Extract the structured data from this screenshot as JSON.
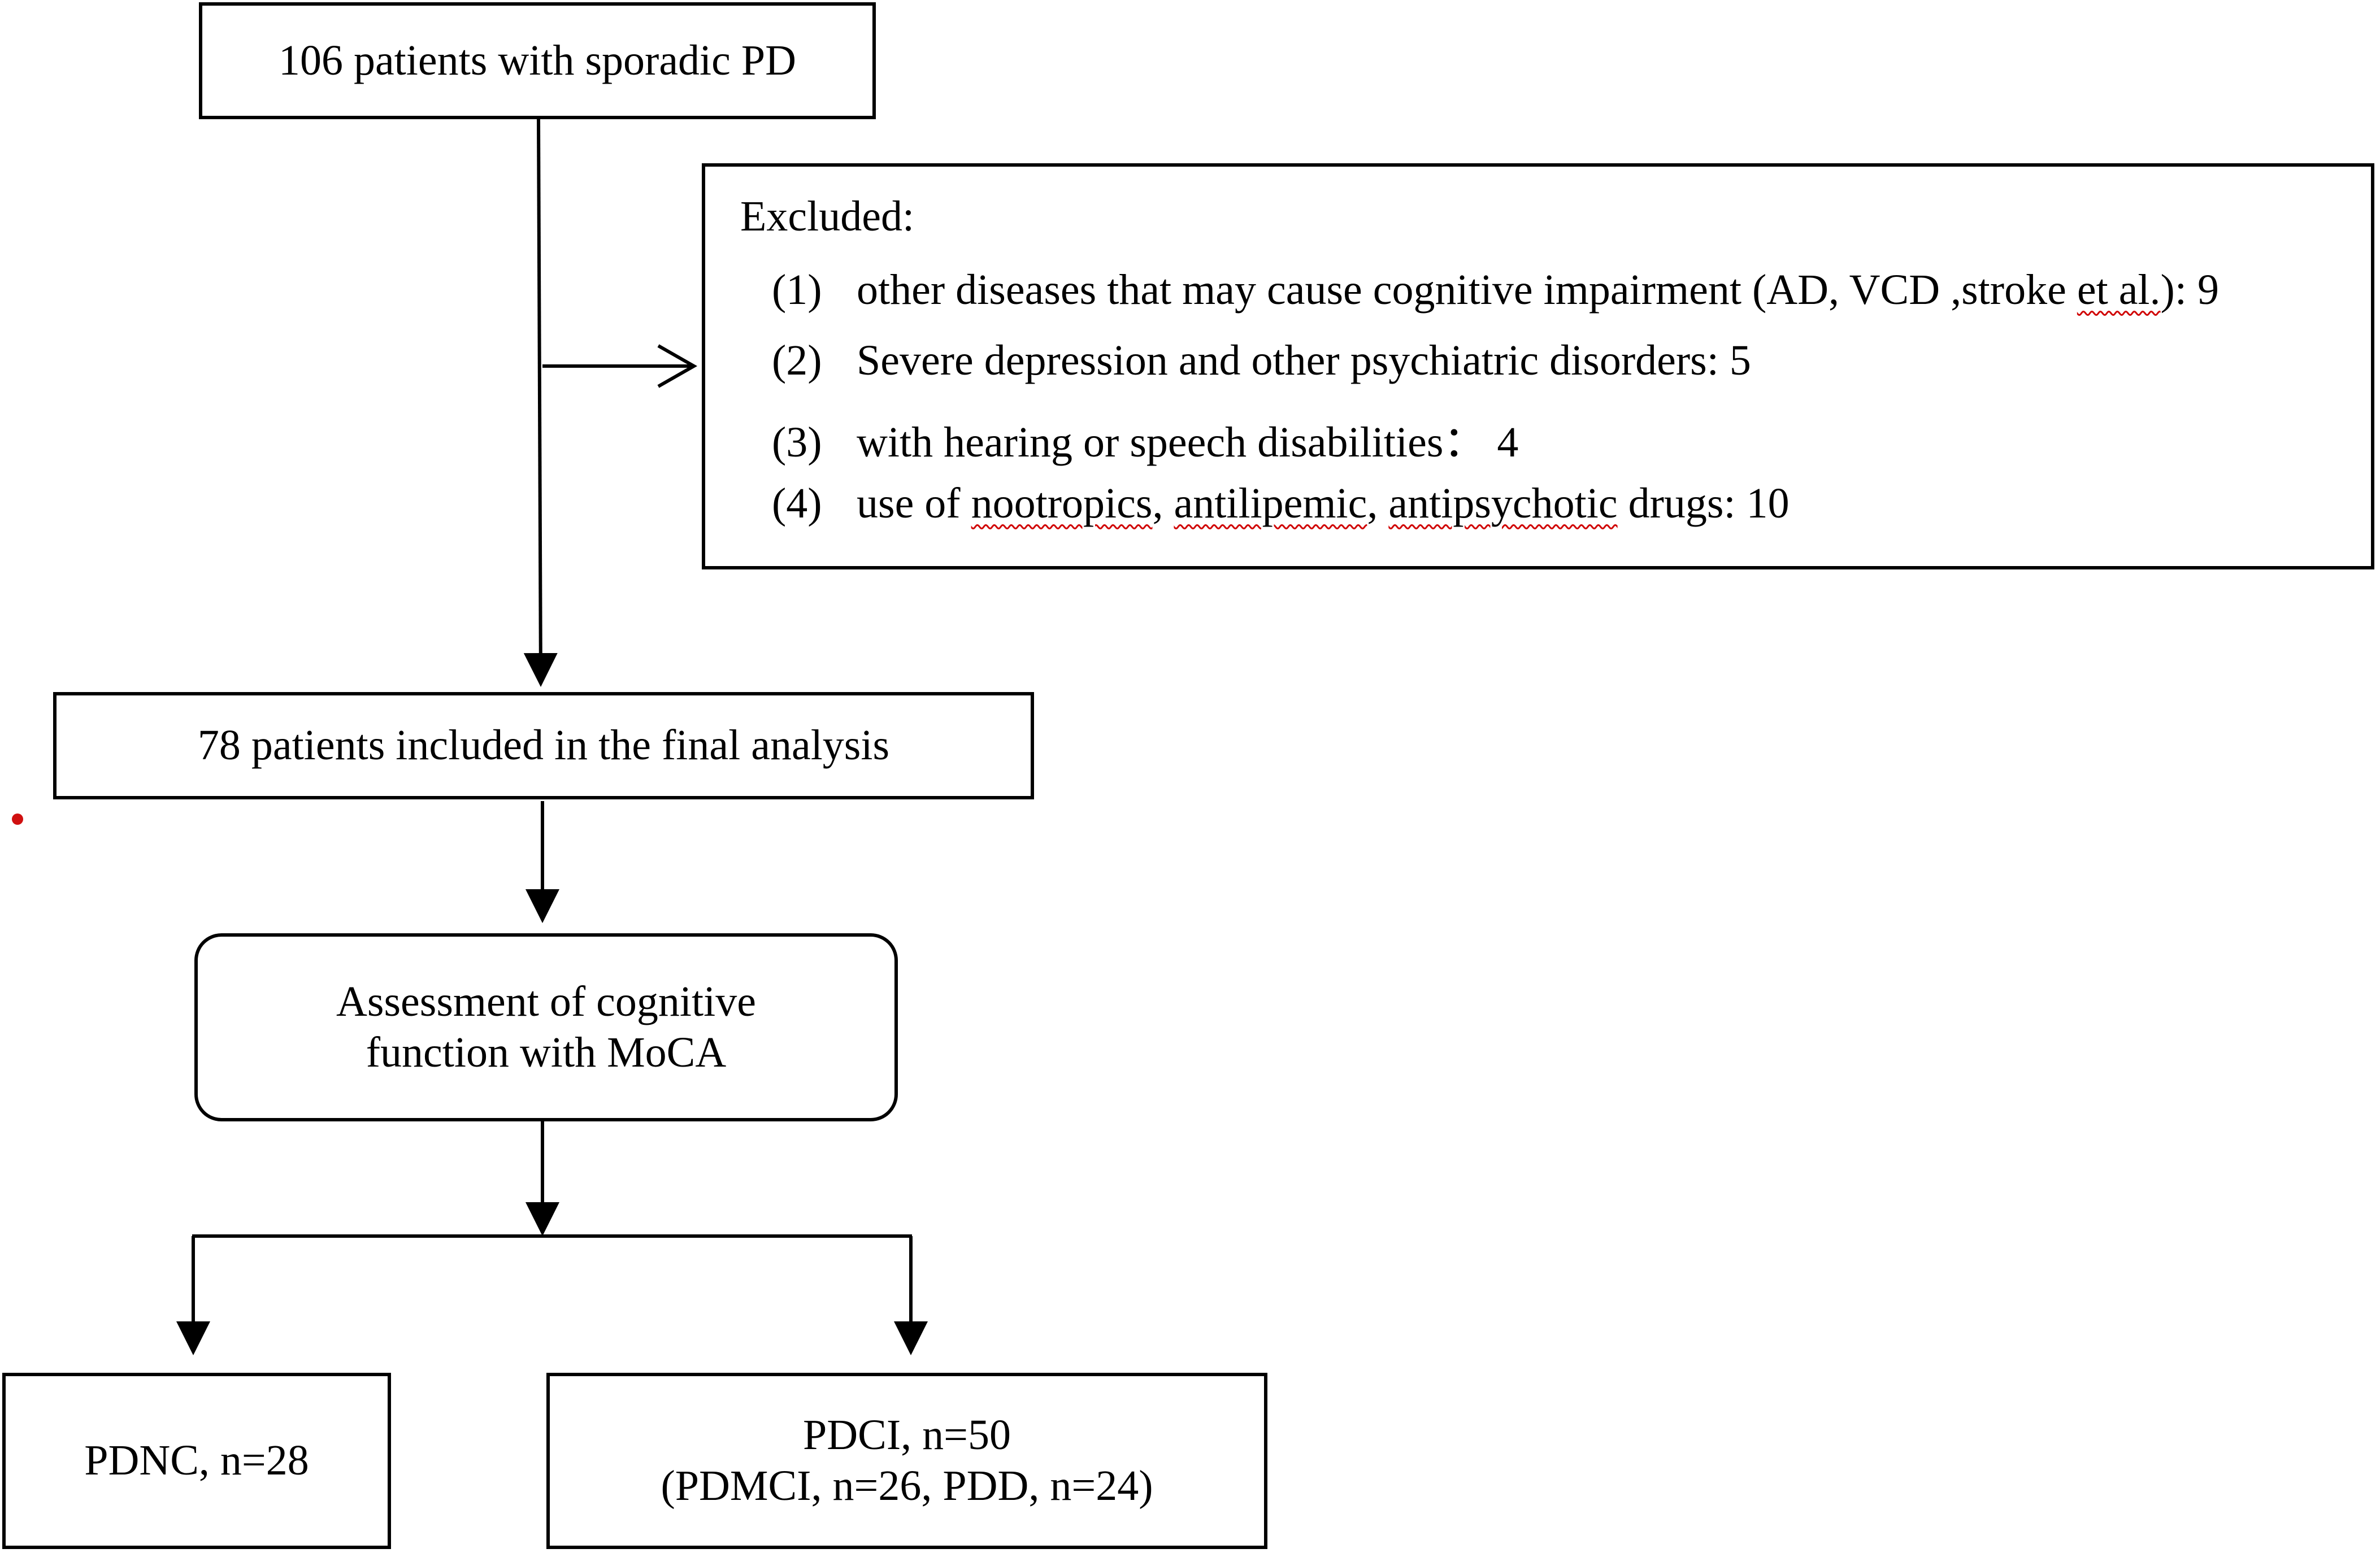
{
  "nodes": {
    "start": {
      "label": "106 patients with sporadic PD"
    },
    "excluded": {
      "title": "Excluded:",
      "items": [
        {
          "num": "(1)",
          "text_a": "other diseases that may cause cognitive impairment (AD, VCD ,stroke ",
          "text_b": "et al.",
          "text_c": "): 9"
        },
        {
          "num": "(2)",
          "text": "Severe depression and other psychiatric disorders: 5"
        },
        {
          "num": "(3)",
          "text": "with hearing or speech disabilities： 4"
        },
        {
          "num": "(4)",
          "text_a": "use of ",
          "text_b": "nootropics",
          "text_c": ", ",
          "text_d": "antilipemic",
          "text_e": ", ",
          "text_f": "antipsychotic",
          "text_g": " drugs: 10"
        }
      ]
    },
    "included": {
      "label": "78 patients included in the final analysis"
    },
    "assessment": {
      "line1": "Assessment of cognitive",
      "line2": "function with MoCA"
    },
    "pdnc": {
      "label": "PDNC, n=28"
    },
    "pdci": {
      "line1": "PDCI, n=50",
      "line2": "(PDMCI, n=26, PDD, n=24)"
    }
  },
  "colors": {
    "stroke": "#000000",
    "spellcheck": "#d00000",
    "dot": "#d01010"
  }
}
